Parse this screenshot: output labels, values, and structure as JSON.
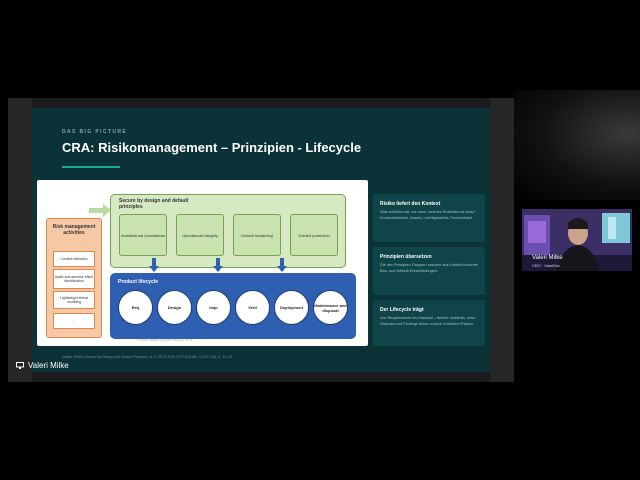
{
  "slide": {
    "kicker": "DAS BIG PICTURE",
    "title": "CRA: Risikomanagement – Prinzipien - Lifecycle",
    "figure": {
      "risk_title": "Risk management activities",
      "risk_items": [
        "Context definition",
        "Asset and adverse effect identification",
        "Lightweight threat modeling",
        "..."
      ],
      "sbd_title": "Secure by design and default principles",
      "principles": [
        "Architectural foundations",
        "Operational integrity",
        "Default hardening",
        "Guided protection"
      ],
      "lifecycle_title": "Product lifecycle",
      "lifecycle": [
        "Req",
        "Design",
        "Impl",
        "Verif",
        "Deployment",
        "Maintenance and disposal"
      ],
      "caption": "Original: Abbildung ENISA, Figure 1 S. 14"
    },
    "source": "Quelle: ENISA Secure by Design and Default Playbook, v1.0, 09.07.2025 (TLP:CLEAR, CC BY 4.0), S. 12–14",
    "cards": [
      {
        "heading": "Risiko liefert den Kontext",
        "body": "Was schützen wir, vor wem, welches Restrisiko ist okay? Kontextdefinition, Assets, Leichtgewichts-Threat-Model."
      },
      {
        "heading": "Prinzipien übersetzen",
        "body": "Die vier Prinzipien-Gruppen machen aus Kontext konkrete Bau- und Default-Entscheidungen."
      },
      {
        "heading": "Der Lifecycle trägt",
        "body": "Von Requirements bis Disposal – Itembe Incidents, neue Features und Findings führen zurück in frühere Phasen."
      }
    ]
  },
  "participant_main": "Valeri Milke",
  "camera": {
    "name": "Valeri Milke",
    "subtitle": "CEO · VamiSec"
  },
  "colors": {
    "slide_bg": "#0b3236",
    "accent": "#19a89a",
    "green": "#6ea84a",
    "blue": "#2f5fb0",
    "orange": "#e2874d"
  }
}
